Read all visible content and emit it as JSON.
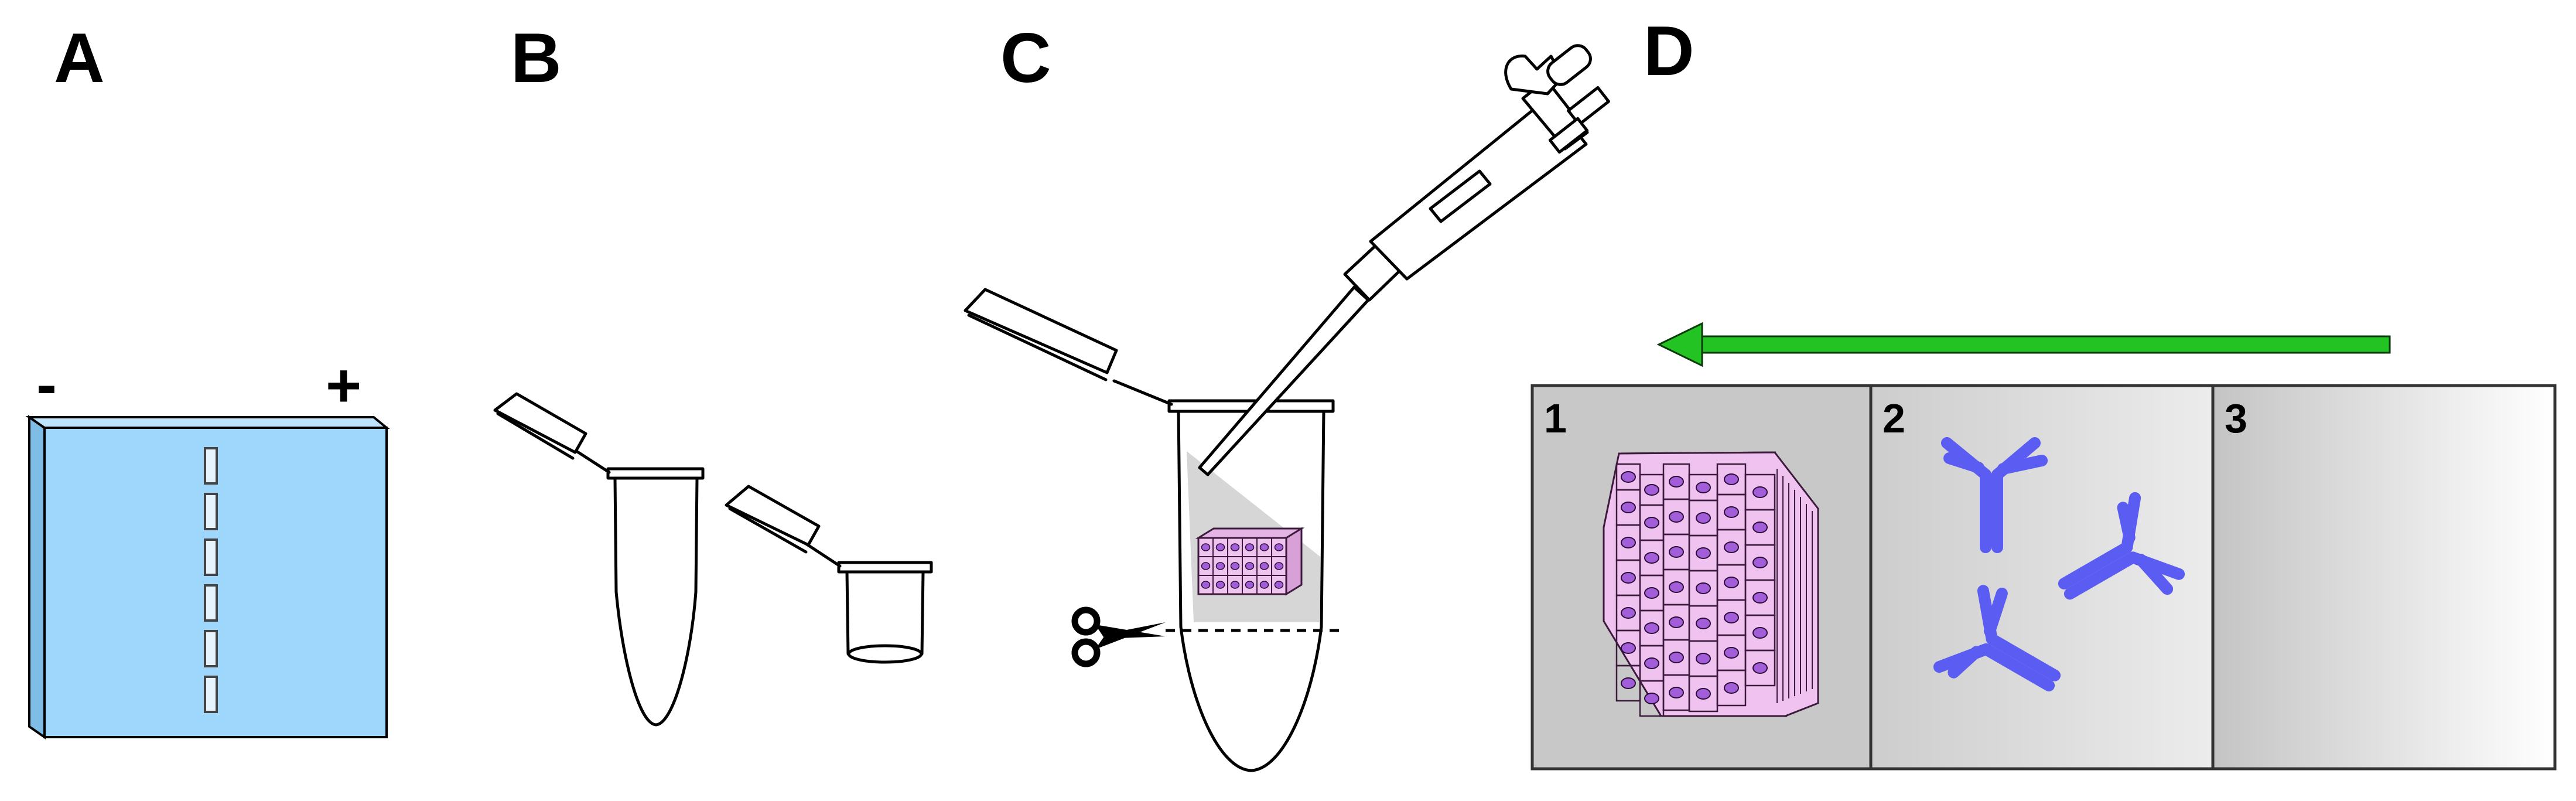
{
  "panels": {
    "a": {
      "label": "A",
      "minus": "-",
      "plus": "+",
      "gel_color": "#9fd6fc",
      "well_count": 6
    },
    "b": {
      "label": "B"
    },
    "c": {
      "label": "C"
    },
    "d": {
      "label": "D",
      "arrow_color": "#22c322",
      "lanes": [
        {
          "number": "1"
        },
        {
          "number": "2"
        },
        {
          "number": "3"
        }
      ],
      "tissue_color": "#f0c2f0",
      "nucleus_color": "#a25ed8",
      "antibody_color": "#5a5cf2"
    }
  }
}
